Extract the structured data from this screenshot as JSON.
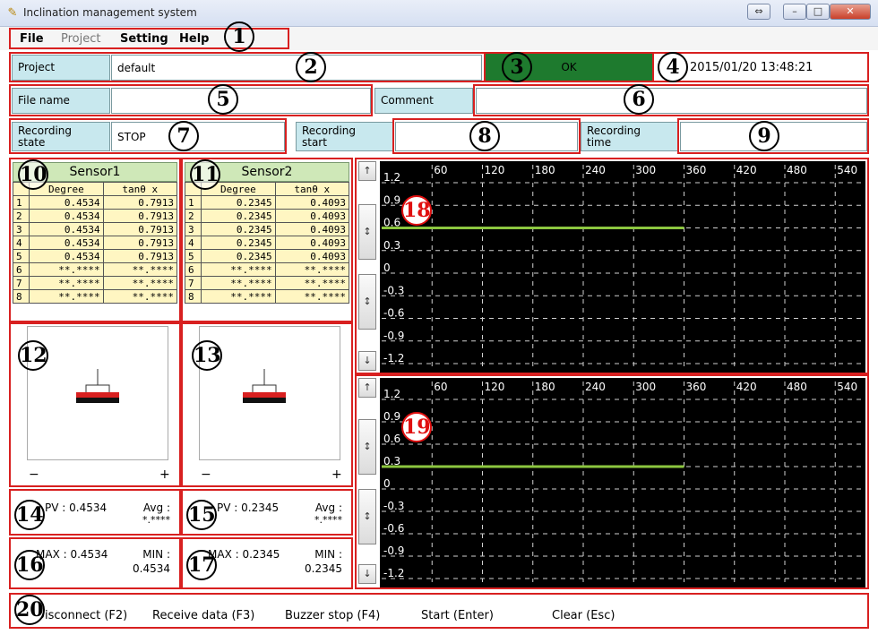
{
  "window": {
    "title": "Inclination management system"
  },
  "menu": [
    "File",
    "Project",
    "Setting",
    "Help"
  ],
  "fields": {
    "project_label": "Project",
    "project_value": "default",
    "status": "OK",
    "datetime": "2015/01/20 13:48:21",
    "file_label": "File name",
    "file_value": "",
    "comment_label": "Comment",
    "comment_value": "",
    "rec_state_label": "Recording\nstate",
    "rec_state_value": "STOP",
    "rec_start_label": "Recording\nstart",
    "rec_start_value": "",
    "rec_time_label": "Recording\ntime",
    "rec_time_value": ""
  },
  "sensors": [
    {
      "name": "Sensor1",
      "headers": [
        "Degree",
        "tanθ x"
      ],
      "rows": [
        [
          "1",
          "0.4534",
          "0.7913"
        ],
        [
          "2",
          "0.4534",
          "0.7913"
        ],
        [
          "3",
          "0.4534",
          "0.7913"
        ],
        [
          "4",
          "0.4534",
          "0.7913"
        ],
        [
          "5",
          "0.4534",
          "0.7913"
        ],
        [
          "6",
          "**.****",
          "**.****"
        ],
        [
          "7",
          "**.****",
          "**.****"
        ],
        [
          "8",
          "**.****",
          "**.****"
        ]
      ],
      "pv": "PV : 0.4534",
      "avg_label": "Avg :",
      "avg_value": "*.****",
      "max": "MAX : 0.4534",
      "min_label": "MIN :",
      "min_value": "0.4534"
    },
    {
      "name": "Sensor2",
      "headers": [
        "Degree",
        "tanθ x"
      ],
      "rows": [
        [
          "1",
          "0.2345",
          "0.4093"
        ],
        [
          "2",
          "0.2345",
          "0.4093"
        ],
        [
          "3",
          "0.2345",
          "0.4093"
        ],
        [
          "4",
          "0.2345",
          "0.4093"
        ],
        [
          "5",
          "0.2345",
          "0.4093"
        ],
        [
          "6",
          "**.****",
          "**.****"
        ],
        [
          "7",
          "**.****",
          "**.****"
        ],
        [
          "8",
          "**.****",
          "**.****"
        ]
      ],
      "pv": "PV : 0.2345",
      "avg_label": "Avg :",
      "avg_value": "*.****",
      "max": "MAX : 0.2345",
      "min_label": "MIN :",
      "min_value": "0.2345"
    }
  ],
  "indicator": {
    "minus": "−",
    "plus": "+"
  },
  "graph": {
    "x_ticks": [
      "60",
      "120",
      "180",
      "240",
      "300",
      "360",
      "420",
      "480",
      "540"
    ],
    "y_ticks": [
      "1.2",
      "0.9",
      "0.6",
      "0.3",
      "0",
      "-0.3",
      "-0.6",
      "-0.9",
      "-1.2"
    ],
    "line_color": "#8cc63f",
    "graph1_level": 0.6,
    "graph2_level": 0.3,
    "line_end_x": 360
  },
  "graph_buttons": {
    "up": "↑",
    "expand": "↕",
    "shrink": "↕",
    "down": "↓"
  },
  "funckeys": [
    "Disconnect (F2)",
    "Receive data (F3)",
    "Buzzer stop (F4)",
    "Start (Enter)",
    "Clear (Esc)"
  ],
  "callouts": [
    "1",
    "2",
    "3",
    "4",
    "5",
    "6",
    "7",
    "8",
    "9",
    "10",
    "11",
    "12",
    "13",
    "14",
    "15",
    "16",
    "17",
    "18",
    "19",
    "20"
  ]
}
